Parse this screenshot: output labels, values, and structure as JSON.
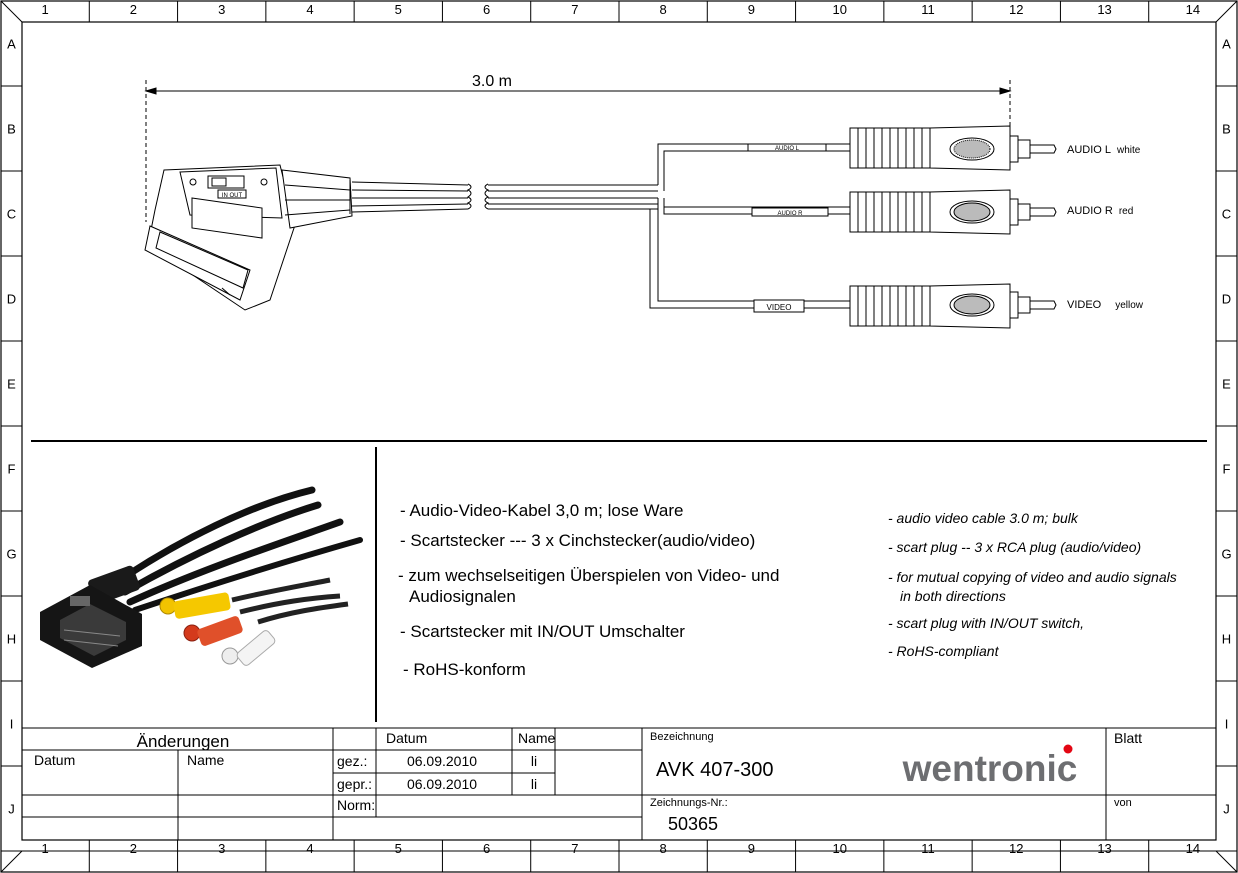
{
  "frame": {
    "columns": [
      "1",
      "2",
      "3",
      "4",
      "5",
      "6",
      "7",
      "8",
      "9",
      "10",
      "11",
      "12",
      "13",
      "14"
    ],
    "rows": [
      "A",
      "B",
      "C",
      "D",
      "E",
      "F",
      "G",
      "H",
      "I",
      "J"
    ]
  },
  "drawing": {
    "length_label": "3.0 m",
    "switch_label": "IN OUT",
    "sleeve_labels": [
      "AUDIO L",
      "AUDIO R",
      "VIDEO"
    ],
    "plug_labels": [
      {
        "name": "AUDIO L",
        "color": "white"
      },
      {
        "name": "AUDIO R",
        "color": "red"
      },
      {
        "name": "VIDEO",
        "color": "yellow"
      }
    ]
  },
  "description_de": [
    "- Audio-Video-Kabel 3,0 m; lose Ware",
    "- Scartstecker --- 3 x Cinchstecker(audio/video)",
    "- zum wechselseitigen Überspielen von Video- und",
    "Audiosignalen",
    "- Scartstecker mit IN/OUT Umschalter",
    "- RoHS-konform"
  ],
  "description_en": [
    "- audio video cable 3.0 m; bulk",
    "- scart plug -- 3 x RCA plug (audio/video)",
    "- for mutual copying of video and audio signals",
    "in both directions",
    "- scart plug with IN/OUT switch,",
    "- RoHS-compliant"
  ],
  "title_block": {
    "changes_header": "Änderungen",
    "changes_date": "Datum",
    "changes_name": "Name",
    "col_date": "Datum",
    "col_name": "Name",
    "drawn_label": "gez.:",
    "drawn_date": "06.09.2010",
    "drawn_name": "li",
    "checked_label": "gepr.:",
    "checked_date": "06.09.2010",
    "checked_name": "li",
    "norm_label": "Norm:",
    "designation_label": "Bezeichnung",
    "designation": "AVK 407-300",
    "drawing_no_label": "Zeichnungs-Nr.:",
    "drawing_no": "50365",
    "sheet_label": "Blatt",
    "of_label": "von",
    "logo_text": "wentronic",
    "logo_dot_color": "#e30613",
    "logo_color": "#6d6e71"
  }
}
